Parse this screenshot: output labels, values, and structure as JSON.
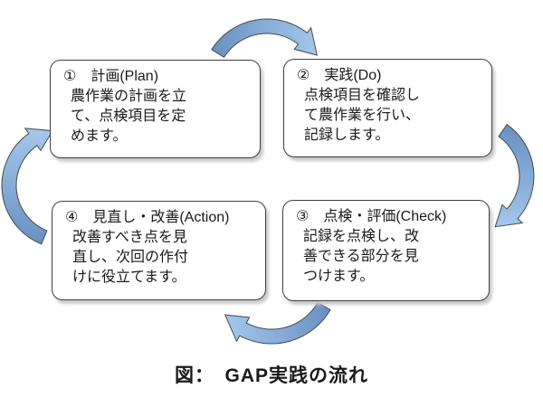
{
  "figure": {
    "caption": "図：　GAP実践の流れ",
    "boxes": [
      {
        "key": "plan",
        "title": "①　計画(Plan)",
        "body": "農作業の計画を立\nて、点検項目を定\nめます。"
      },
      {
        "key": "do",
        "title": "②　実践(Do)",
        "body": "点検項目を確認し\nて農作業を行い、\n記録します。"
      },
      {
        "key": "check",
        "title": "③　点検・評価(Check)",
        "body": "記録を点検し、改\n善できる部分を見\nつけます。"
      },
      {
        "key": "action",
        "title": "④　見直し・改善(Action)",
        "body": "改善すべき点を見\n直し、次回の作付\nけに役立てます。"
      }
    ]
  },
  "colors": {
    "arrow_dark": "#6990c2",
    "arrow_light": "#a4c8ec",
    "arrow_outline": "#4a4a4a",
    "box_border": "#3f3f3f",
    "box_shadow": "#c9c9c9",
    "background": "#ffffff",
    "text": "#1a1a1a"
  }
}
